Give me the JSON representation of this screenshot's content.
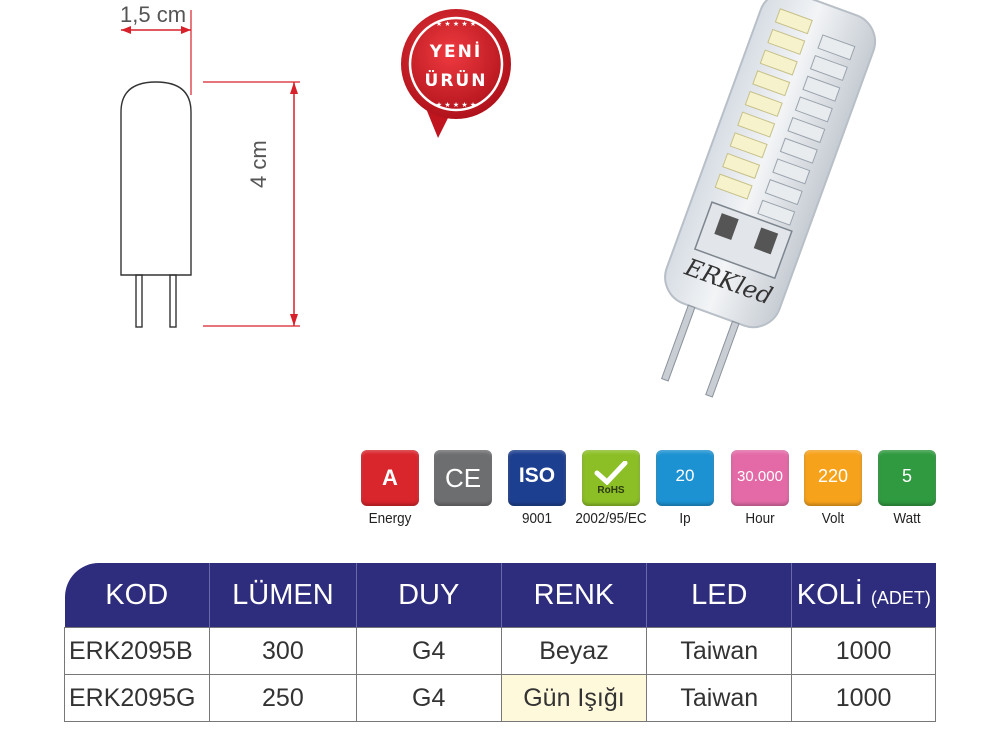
{
  "drawing": {
    "width_label": "1,5 cm",
    "height_label": "4 cm"
  },
  "badge": {
    "line1": "YENİ",
    "line2": "ÜRÜN"
  },
  "bulb": {
    "brand": "ERKled"
  },
  "certifications": [
    {
      "icon": "A",
      "caption": "Energy",
      "color": "#d9252c"
    },
    {
      "icon": "CE",
      "caption": "",
      "color": "#6d6e70"
    },
    {
      "icon": "ISO",
      "caption": "9001",
      "color": "#1d3f8f"
    },
    {
      "icon": "RoHS",
      "caption": "2002/95/EC",
      "color": "#8cbf26"
    },
    {
      "icon": "20",
      "caption": "Ip",
      "color": "#1d92d2"
    },
    {
      "icon": "30.000",
      "caption": "Hour",
      "color": "#e46aa7"
    },
    {
      "icon": "220",
      "caption": "Volt",
      "color": "#f7a21b"
    },
    {
      "icon": "5",
      "caption": "Watt",
      "color": "#2f9a3f"
    }
  ],
  "table": {
    "headers": [
      "KOD",
      "LÜMEN",
      "DUY",
      "RENK",
      "LED",
      "KOLİ"
    ],
    "koli_sub": "(ADET)",
    "rows": [
      [
        "ERK2095B",
        "300",
        "G4",
        "Beyaz",
        "Taiwan",
        "1000"
      ],
      [
        "ERK2095G",
        "250",
        "G4",
        "Gün Işığı",
        "Taiwan",
        "1000"
      ]
    ]
  },
  "colors": {
    "header_bg": "#2e2c7c",
    "dimension_line": "#d8202a",
    "badge_red": "#d11a24"
  }
}
